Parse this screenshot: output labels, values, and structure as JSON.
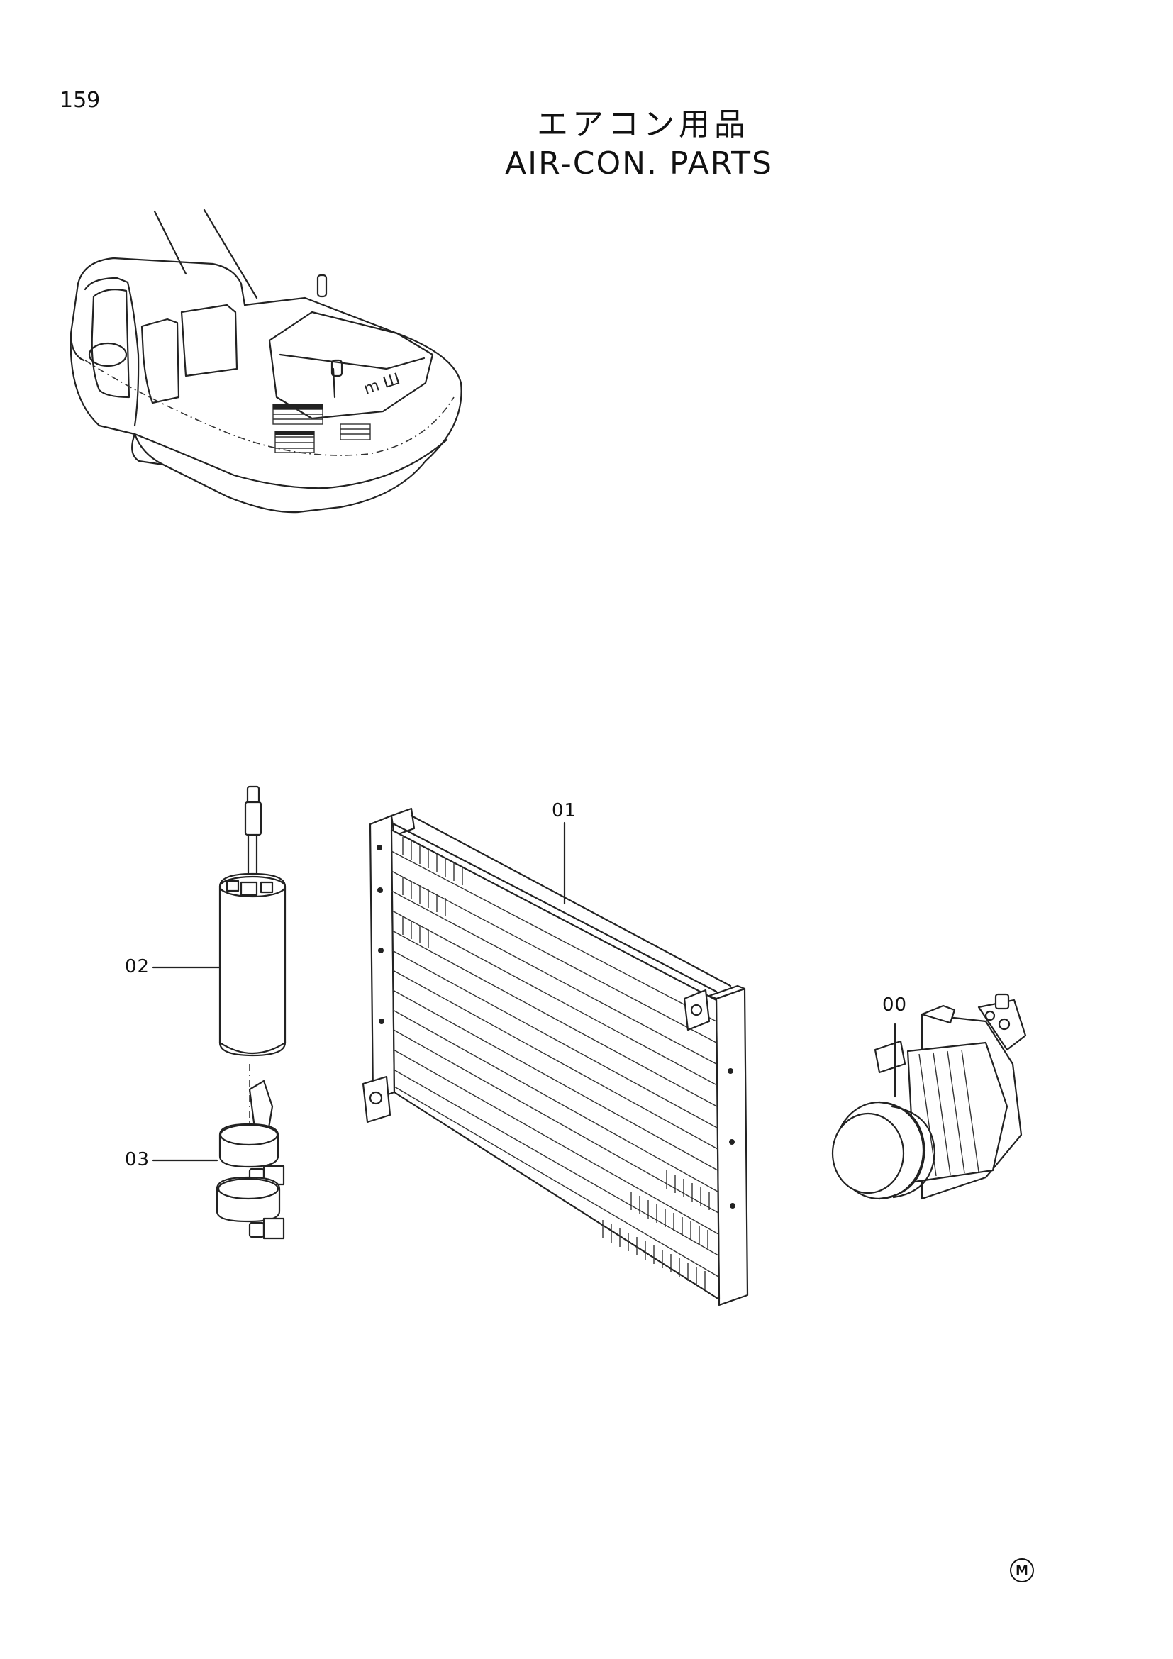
{
  "page": {
    "number": "159",
    "title_jp": "エアコン用品",
    "title_en": "AIR-CON. PARTS"
  },
  "parts": [
    {
      "id": "part-00",
      "label": "00",
      "icon": "compressor-icon"
    },
    {
      "id": "part-01",
      "label": "01",
      "icon": "condenser-icon"
    },
    {
      "id": "part-02",
      "label": "02",
      "icon": "receiver-drier-icon"
    },
    {
      "id": "part-03",
      "label": "03",
      "icon": "bracket-clamp-icon"
    }
  ],
  "footer": {
    "mark": "M"
  }
}
